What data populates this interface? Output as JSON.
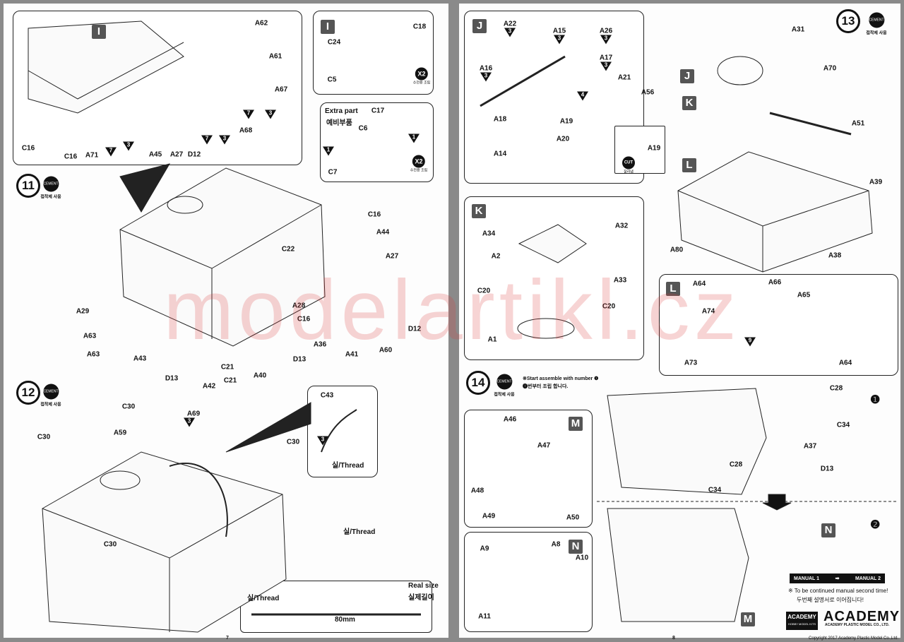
{
  "pages": {
    "left_number": "7",
    "right_number": "8"
  },
  "steps": {
    "s11": "11",
    "s12": "12",
    "s13": "13",
    "s14": "14"
  },
  "cement": {
    "label": "CEMENT",
    "note": "접착제 사용"
  },
  "x2": {
    "label": "X2",
    "note": "수전용 조립"
  },
  "extra_part": {
    "title": "Extra part",
    "title_ko": "예비부품"
  },
  "cut": {
    "label": "CUT",
    "note": "잘라냄"
  },
  "thread": {
    "label": "실/Thread"
  },
  "real_size": {
    "title": "Real size",
    "title_ko": "실제길이",
    "length": "80mm"
  },
  "step14_note": {
    "en": "※Start assemble with number ❶",
    "ko": "❶번부터 조립 합니다."
  },
  "substeps": {
    "one": "❶",
    "two": "❷"
  },
  "letters": [
    "I",
    "I",
    "J",
    "J",
    "K",
    "L",
    "K",
    "L",
    "M",
    "N",
    "N",
    "M"
  ],
  "parts": [
    "A62",
    "A61",
    "A67",
    "C16",
    "C16",
    "A71",
    "A45",
    "A27",
    "D12",
    "A68",
    "C18",
    "C24",
    "C5",
    "C17",
    "C6",
    "C7",
    "C16",
    "A44",
    "C22",
    "A27",
    "A29",
    "A28",
    "C16",
    "A63",
    "A63",
    "A43",
    "A36",
    "A41",
    "A60",
    "D12",
    "D13",
    "C21",
    "A40",
    "A42",
    "C21",
    "D13",
    "C30",
    "A69",
    "A59",
    "C30",
    "C30",
    "C43",
    "C30",
    "A22",
    "A15",
    "A26",
    "A16",
    "A17",
    "A21",
    "A56",
    "A18",
    "A19",
    "A20",
    "A14",
    "A19",
    "A31",
    "A70",
    "A51",
    "A39",
    "A80",
    "A38",
    "A34",
    "A32",
    "A2",
    "A33",
    "C20",
    "C20",
    "A1",
    "A64",
    "A66",
    "A74",
    "A65",
    "A73",
    "A64",
    "C28",
    "C34",
    "A37",
    "D13",
    "C28",
    "C34",
    "A46",
    "A47",
    "A48",
    "A49",
    "A50",
    "A9",
    "A8",
    "A10",
    "A11"
  ],
  "quantities": [
    "7",
    "3",
    "7",
    "3",
    "7",
    "3",
    "3",
    "3",
    "1",
    "1",
    "3",
    "3",
    "3",
    "3",
    "3",
    "4",
    "9"
  ],
  "footer": {
    "manual1": "MANUAL 1",
    "manual2": "MANUAL 2",
    "continued_en": "※ To be continued manual second time!",
    "continued_ko": "두번째 설명서로 이어집니다!",
    "brand": "ACADEMY",
    "brand_sub": "HOBBY MODEL KITS",
    "company": "ACADEMY PLASTIC MODEL CO., LTD.",
    "copyright": "Copyright 2017 Academy Plastic Model Co.,Ltd."
  },
  "watermark": "modelartikl.cz"
}
